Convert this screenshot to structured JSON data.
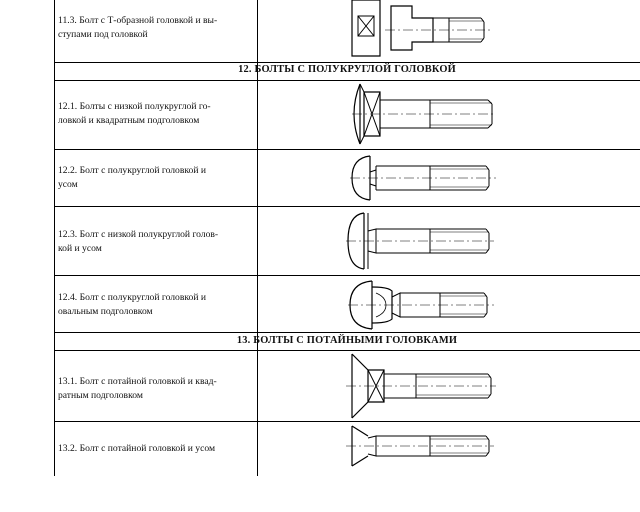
{
  "rows": {
    "r11_3": {
      "line1": "11.3. Болт с Т-образной головкой и вы-",
      "line2": "ступами под головкой"
    },
    "r12_1": {
      "line1": "12.1. Болты с низкой полукруглой го-",
      "line2": "ловкой и квадратным подголовком"
    },
    "r12_2": {
      "line1": "12.2. Болт с полукруглой головкой и",
      "line2": "усом"
    },
    "r12_3": {
      "line1": "12.3. Болт с низкой полукруглой голов-",
      "line2": "кой и усом"
    },
    "r12_4": {
      "line1": "12.4. Болт с полукруглой головкой и",
      "line2": "овальным подголовком"
    },
    "r13_1": {
      "line1": "13.1. Болт с потайной головкой и квад-",
      "line2": "ратным подголовком"
    },
    "r13_2": {
      "line1": "13.2. Болт с потайной головкой и усом",
      "line2": ""
    }
  },
  "sections": {
    "s12": "12. БОЛТЫ С ПОЛУКРУГЛОЙ ГОЛОВКОЙ",
    "s13": "13. БОЛТЫ С ПОТАЙНЫМИ ГОЛОВКАМИ"
  }
}
